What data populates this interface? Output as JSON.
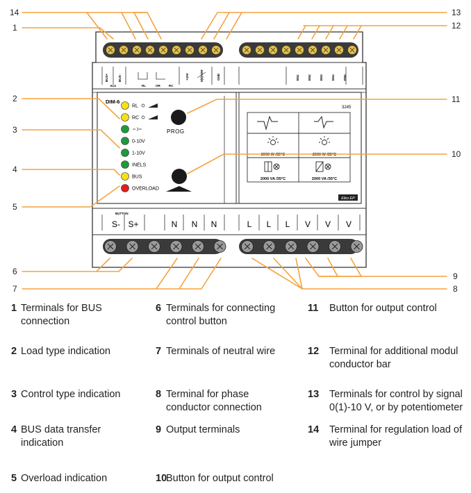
{
  "device": {
    "model": "DIM-6",
    "code": "3245",
    "brand": "Elko EP",
    "top_labels": {
      "bus_plus": "BUS+",
      "bus_minus": "BUS-",
      "bus": "BUS",
      "rl": "RL",
      "or": "OR",
      "rc": "RC",
      "plus10v": "+10V",
      "ctrl": "0(1)-10V",
      "gnd": "GND",
      "en": [
        "EN1",
        "EN2",
        "EN3",
        "EN4",
        "EN5"
      ]
    },
    "leds": [
      {
        "label": "RL",
        "color": "#f5e11a"
      },
      {
        "label": "RC",
        "color": "#f5e11a"
      },
      {
        "label": "",
        "color": "#1e9a3c"
      },
      {
        "label": "0-10V",
        "color": "#1e9a3c"
      },
      {
        "label": "1-10V",
        "color": "#1e9a3c"
      },
      {
        "label": "INELS",
        "color": "#1e9a3c"
      },
      {
        "label": "BUS",
        "color": "#f5e11a"
      },
      {
        "label": "OVERLOAD",
        "color": "#e11d1d"
      }
    ],
    "prog_label": "PROG",
    "ratings": [
      "2000 W /35°C",
      "2000 W /35°C",
      "2000 VA /35°C",
      "2000 VA /35°C"
    ],
    "button_label": "BUTTON",
    "bottom_terminals": [
      "S-",
      "S+",
      "N",
      "N",
      "N",
      "L",
      "L",
      "L",
      "V",
      "V",
      "V"
    ]
  },
  "callouts": [
    "1",
    "2",
    "3",
    "4",
    "5",
    "6",
    "7",
    "8",
    "9",
    "10",
    "11",
    "12",
    "13",
    "14"
  ],
  "accent_color": "#f5a23d",
  "legend": [
    {
      "num": "1",
      "text": [
        "Terminals for BUS",
        "connection"
      ]
    },
    {
      "num": "6",
      "text": [
        "Terminals for connecting",
        "control button"
      ]
    },
    {
      "num": "11",
      "text": [
        "Button for output control"
      ]
    },
    {
      "num": "2",
      "text": [
        "Load type indication"
      ]
    },
    {
      "num": "7",
      "text": [
        "Terminals of neutral wire"
      ]
    },
    {
      "num": "12",
      "text": [
        "Terminal for additional modul",
        "conductor bar"
      ]
    },
    {
      "num": "3",
      "text": [
        "Control type indication"
      ]
    },
    {
      "num": "8",
      "text": [
        "Terminal for phase",
        "conductor connection"
      ]
    },
    {
      "num": "13",
      "text": [
        "Terminals for control by signal",
        "0(1)-10 V, or by potentiometer"
      ]
    },
    {
      "num": "4",
      "text": [
        "BUS data transfer",
        "indication"
      ]
    },
    {
      "num": "9",
      "text": [
        "Output terminals"
      ]
    },
    {
      "num": "14",
      "text": [
        "Terminal for regulation load of",
        "wire jumper"
      ]
    },
    {
      "num": "5",
      "text": [
        "Overload indication"
      ]
    },
    {
      "num": "10",
      "text": [
        "Button for output control"
      ]
    }
  ]
}
